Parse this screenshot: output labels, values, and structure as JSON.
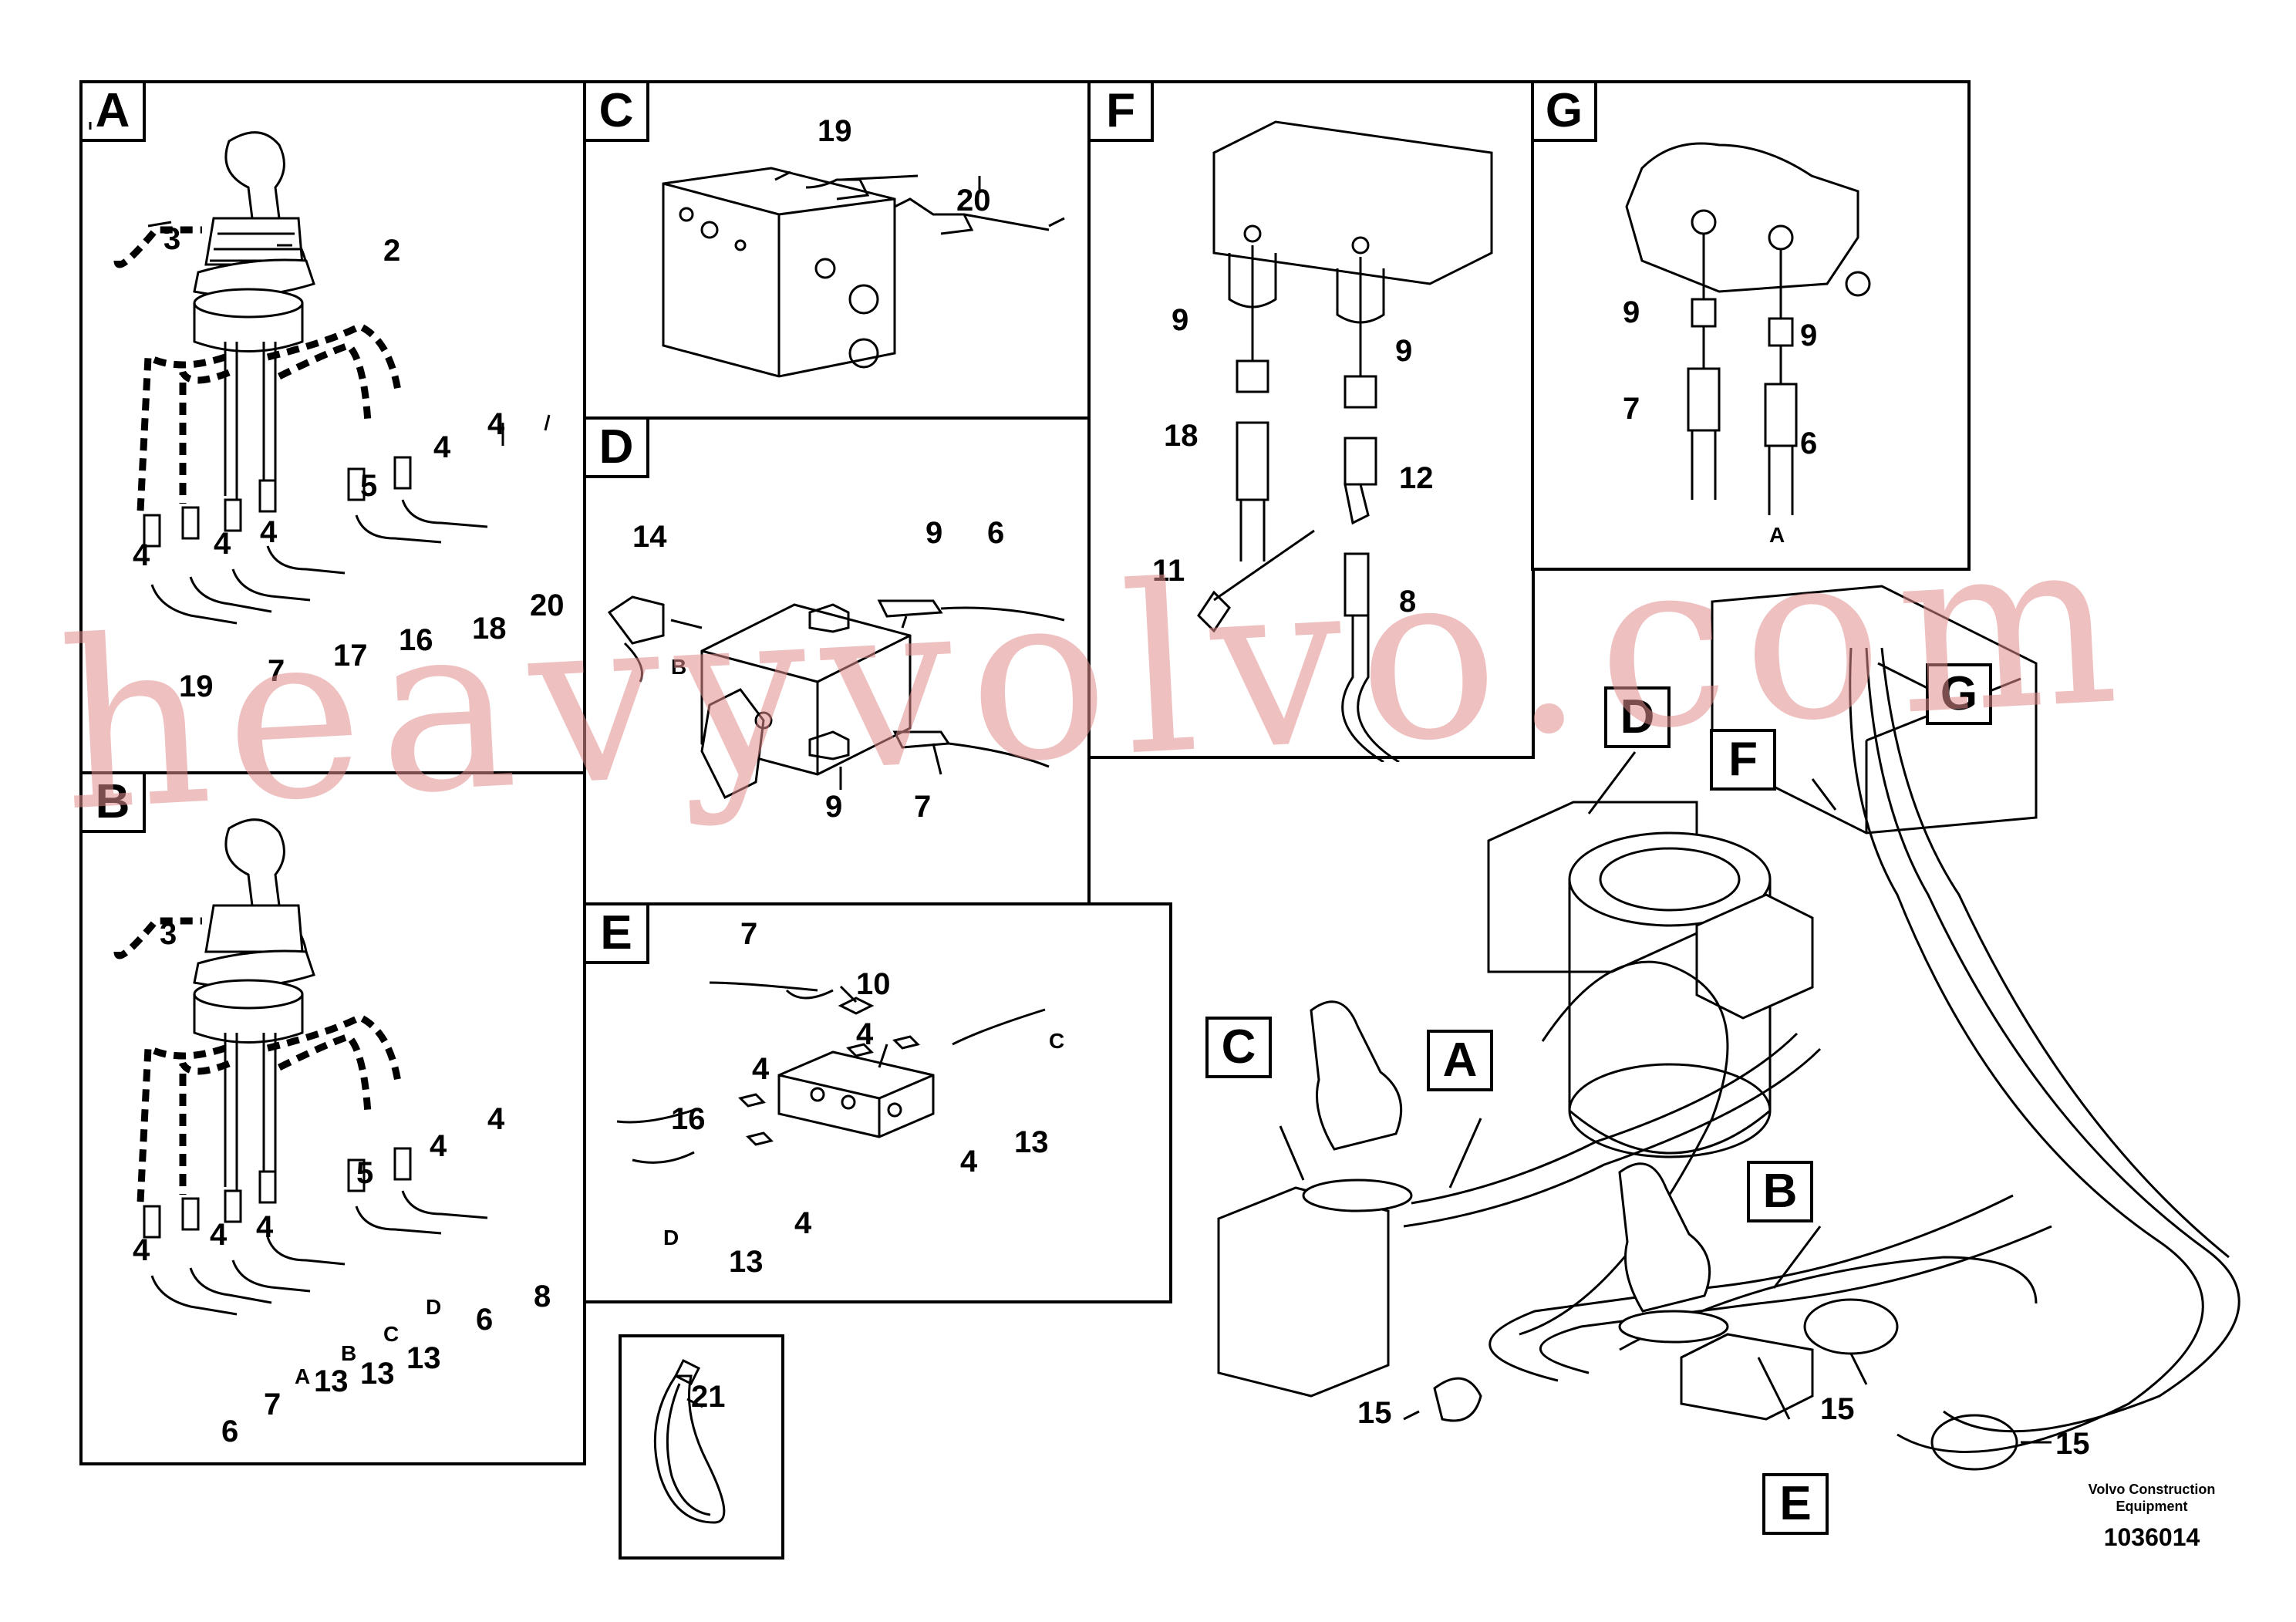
{
  "panels": {
    "A": {
      "tag": "A",
      "callouts": [
        "3",
        "2",
        "4",
        "4",
        "5",
        "4",
        "4",
        "4",
        "20",
        "18",
        "16",
        "17",
        "7",
        "19"
      ]
    },
    "B": {
      "tag": "B",
      "callouts": [
        "3",
        "4",
        "4",
        "5",
        "4",
        "4",
        "4",
        "8",
        "6",
        "13",
        "13",
        "13",
        "7",
        "6"
      ],
      "letters": [
        "D",
        "C",
        "B",
        "A"
      ]
    },
    "C": {
      "tag": "C",
      "callouts": [
        "19",
        "20"
      ]
    },
    "D": {
      "tag": "D",
      "callouts": [
        "14",
        "9",
        "6",
        "9",
        "7"
      ],
      "letters": [
        "B"
      ]
    },
    "E": {
      "tag": "E",
      "callouts": [
        "7",
        "10",
        "4",
        "16",
        "4",
        "4",
        "13",
        "13",
        "4"
      ],
      "letters": [
        "C",
        "D"
      ]
    },
    "F": {
      "tag": "F",
      "callouts": [
        "9",
        "9",
        "18",
        "12",
        "11",
        "8"
      ]
    },
    "G": {
      "tag": "G",
      "callouts": [
        "9",
        "9",
        "7",
        "6"
      ],
      "letters": [
        "A"
      ]
    },
    "clamp": {
      "callouts": [
        "21"
      ]
    }
  },
  "overview": {
    "tags": [
      "D",
      "G",
      "F",
      "C",
      "A",
      "B",
      "E"
    ],
    "callouts": [
      "15",
      "15",
      "15"
    ]
  },
  "footer": {
    "company_line1": "Volvo Construction",
    "company_line2": "Equipment",
    "drawing_number": "1036014"
  },
  "watermark": "heavyvolvo.com"
}
